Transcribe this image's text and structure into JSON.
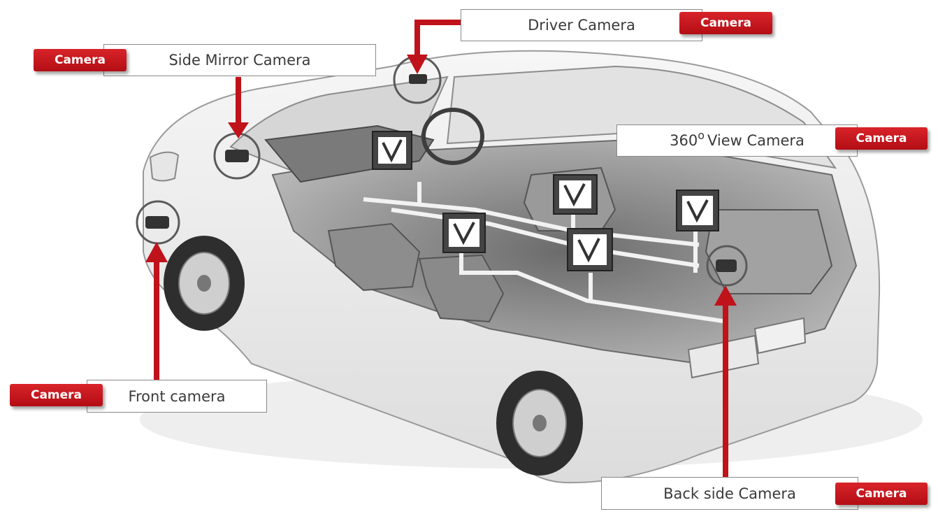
{
  "colors": {
    "accent": "#c0121a",
    "box_border": "#8a8a8a",
    "text": "#3a3a3a"
  },
  "callouts": [
    {
      "id": "driver",
      "label": "Driver Camera",
      "tag": "Camera"
    },
    {
      "id": "mirror",
      "label": "Side Mirror Camera",
      "tag": "Camera"
    },
    {
      "id": "view360",
      "label_degree": "360",
      "label_symbol": "o",
      "label_rest": "View Camera",
      "tag": "Camera"
    },
    {
      "id": "front",
      "label": "Front camera",
      "tag": "Camera"
    },
    {
      "id": "back",
      "label": "Back side Camera",
      "tag": "Camera"
    }
  ]
}
